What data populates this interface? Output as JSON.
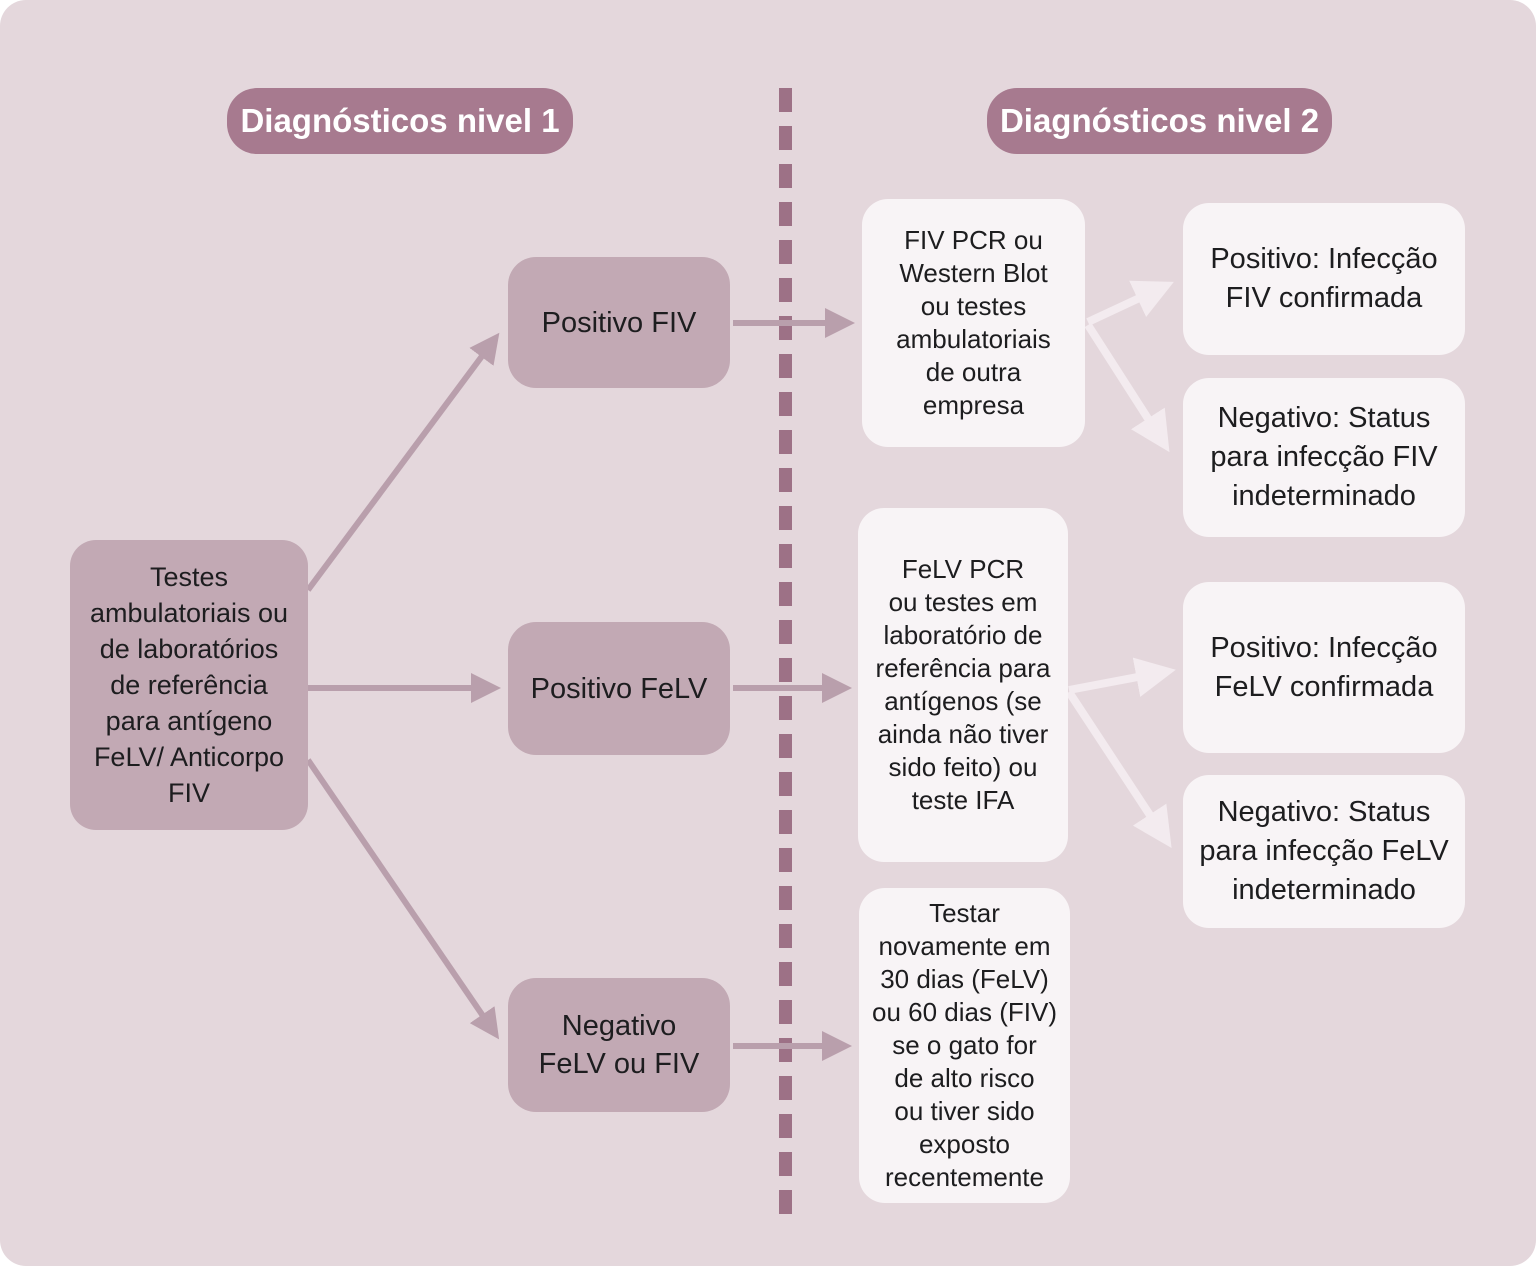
{
  "palette": {
    "canvas_background": "#e4d7dc",
    "badge_fill": "#a77a8f",
    "badge_text": "#ffffff",
    "node_fill_mauve": "#c2a9b4",
    "node_fill_white": "#f8f4f6",
    "arrow_level1": "#b99fac",
    "arrow_level2": "#f3ebef",
    "divider_dash": "#9d7186",
    "node_text": "#1d1d1f"
  },
  "headers": {
    "level1": "Diagnósticos nivel 1",
    "level2": "Diagnósticos nivel 2"
  },
  "nodes": {
    "root": {
      "text": "Testes\nambulatoriais ou\nde laboratórios\nde referência\npara antígeno\nFeLV/ Anticorpo\nFIV"
    },
    "positivo_fiv": {
      "label": "Positivo FIV"
    },
    "positivo_felv": {
      "label": "Positivo FeLV"
    },
    "negativo": {
      "label": "Negativo\nFeLV ou FIV"
    },
    "fiv_followup": {
      "text": "FIV PCR ou\nWestern Blot\nou testes\nambulatoriais\nde outra\nempresa"
    },
    "felv_followup": {
      "text": "FeLV PCR\nou testes em\nlaboratório de\nreferência para\nantígenos (se\nainda não tiver\nsido feito) ou\nteste IFA"
    },
    "retest": {
      "text": "Testar\nnovamente em\n30 dias (FeLV)\nou 60 dias (FIV)\nse o gato for\nde alto risco\nou tiver sido\nexposto\nrecentemente"
    },
    "fiv_positivo_outcome": {
      "text": "Positivo: Infecção\nFIV confirmada"
    },
    "fiv_negativo_outcome": {
      "text": "Negativo: Status\npara infecção FIV\nindeterminado"
    },
    "felv_positivo_outcome": {
      "text": "Positivo: Infecção\nFeLV confirmada"
    },
    "felv_negativo_outcome": {
      "text": "Negativo: Status\npara infecção FeLV\nindeterminado"
    }
  },
  "edges": [
    {
      "from": "root",
      "to": "positivo_fiv"
    },
    {
      "from": "root",
      "to": "positivo_felv"
    },
    {
      "from": "root",
      "to": "negativo"
    },
    {
      "from": "positivo_fiv",
      "to": "fiv_followup"
    },
    {
      "from": "positivo_felv",
      "to": "felv_followup"
    },
    {
      "from": "negativo",
      "to": "retest"
    },
    {
      "from": "fiv_followup",
      "to": "fiv_positivo_outcome"
    },
    {
      "from": "fiv_followup",
      "to": "fiv_negativo_outcome"
    },
    {
      "from": "felv_followup",
      "to": "felv_positivo_outcome"
    },
    {
      "from": "felv_followup",
      "to": "felv_negativo_outcome"
    }
  ]
}
